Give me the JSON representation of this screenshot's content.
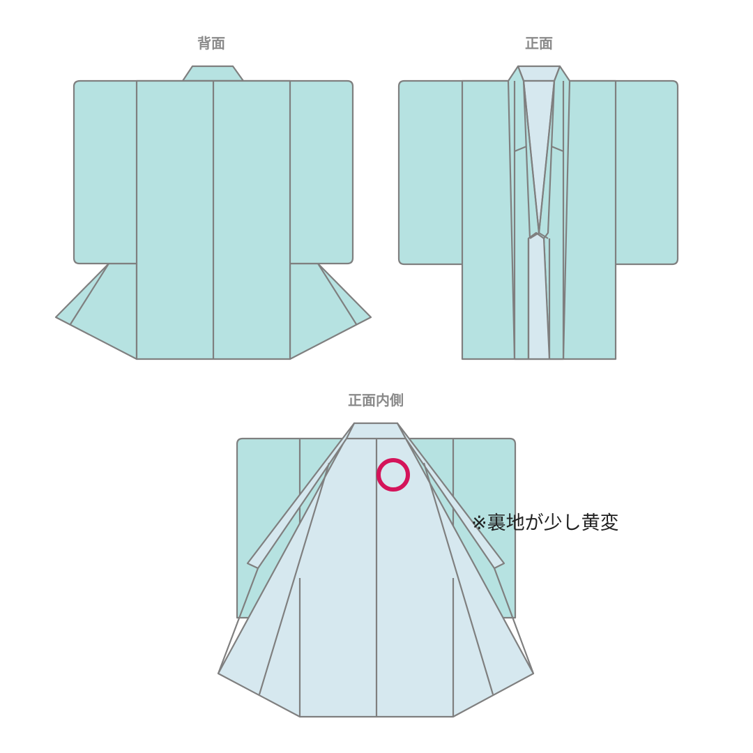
{
  "views": {
    "back": {
      "label": "背面"
    },
    "front": {
      "label": "正面"
    },
    "front_inside": {
      "label": "正面内側"
    }
  },
  "annotation": {
    "note": "※裏地が少し黄変",
    "marker": "circle",
    "marker_color": "#d4145a"
  },
  "colors": {
    "outer_fabric": "#b6e2e1",
    "lining": "#d6e8ef",
    "outline": "#7f7f7f",
    "label_text": "#8a8a8a"
  }
}
